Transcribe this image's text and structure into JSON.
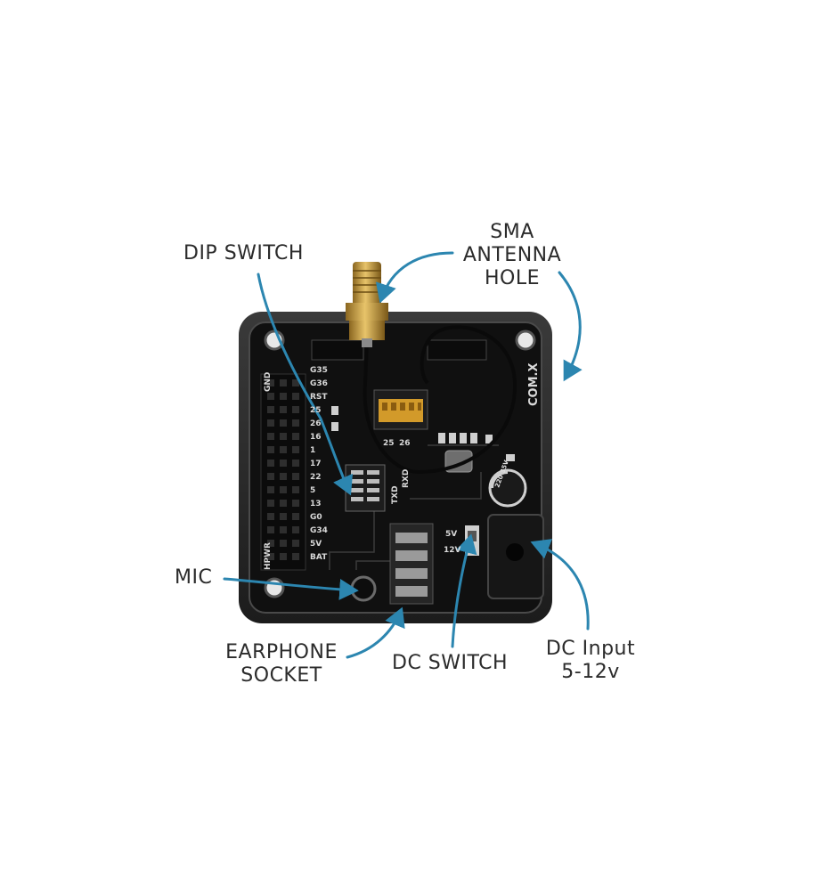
{
  "callouts": {
    "dip_switch": {
      "lines": [
        "DIP SWITCH"
      ]
    },
    "sma_antenna": {
      "lines": [
        "SMA",
        "ANTENNA",
        "HOLE"
      ]
    },
    "mic": {
      "lines": [
        "MIC"
      ]
    },
    "earphone_socket": {
      "lines": [
        "EARPHONE",
        "SOCKET"
      ]
    },
    "dc_switch": {
      "lines": [
        "DC SWITCH"
      ]
    },
    "dc_input": {
      "lines": [
        "DC Input",
        "5-12v"
      ]
    }
  },
  "board": {
    "brand_label": "COM.X",
    "pin_labels_left": [
      "G35",
      "G36",
      "RST",
      "25",
      "26",
      "16",
      "1",
      "17",
      "22",
      "5",
      "13",
      "G0",
      "G34",
      "5V",
      "BAT"
    ],
    "pin_labels_top": [
      "25",
      "26"
    ],
    "side_labels": [
      "GND",
      "HPWR"
    ],
    "txd_label": "TXD",
    "rxd_label": "RXD",
    "switch_labels": [
      "5V",
      "12V"
    ],
    "capacitor_label": "220 35V"
  },
  "colors": {
    "arrow": "#2c86b0",
    "text": "#2b2b2b",
    "board": "#141414",
    "case": "#2a2a2a",
    "pcb_text": "#d9d9d9",
    "brass": "#c9a040",
    "dip": "#d29a2a"
  },
  "icons": [
    "arrow-icon",
    "antenna-connector-icon",
    "mic-icon",
    "dc-jack-icon",
    "dip-switch-icon"
  ]
}
